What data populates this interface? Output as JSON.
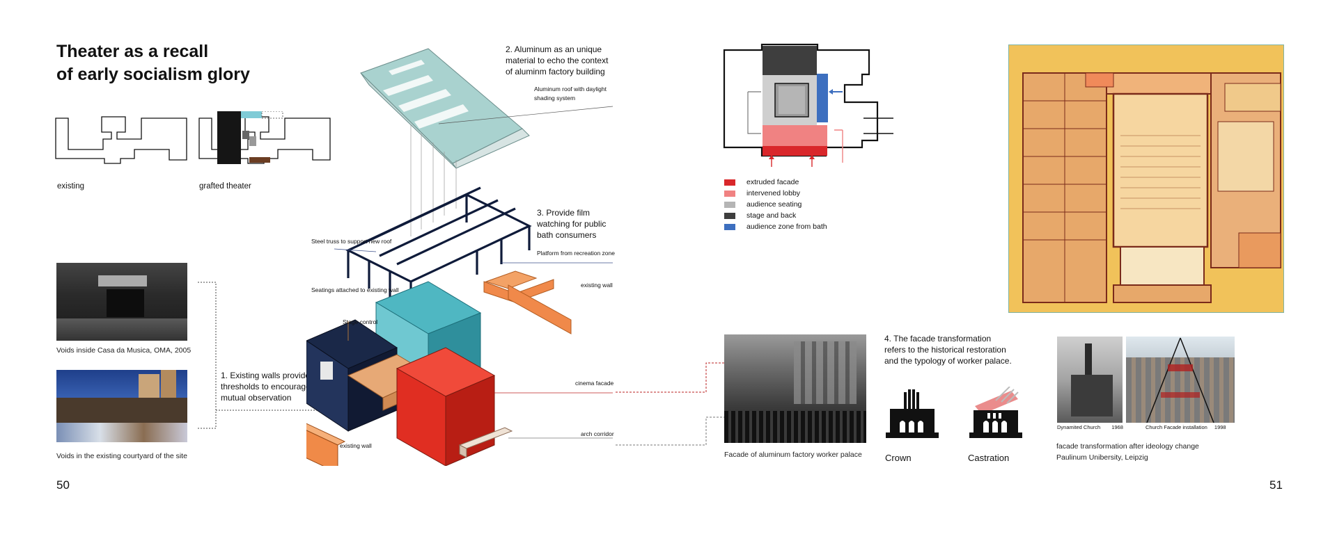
{
  "title": {
    "line1": "Theater as a recall",
    "line2": "of early socialism glory"
  },
  "massing": {
    "existing_label": "existing",
    "grafted_label": "grafted theater"
  },
  "photos": {
    "casa_caption": "Voids inside Casa da Musica, OMA, 2005",
    "courtyard_caption": "Voids in the existing courtyard of the site"
  },
  "notes": {
    "note1": [
      "1. Existing walls provide",
      "thresholds to encourage",
      "mutual observation"
    ],
    "note2": [
      "2. Aluminum as an unique",
      "material to echo the context",
      "of aluminm factory building"
    ],
    "note3": [
      "3. Provide film",
      "watching for public",
      "bath consumers"
    ],
    "note4": [
      "4. The facade transformation",
      "refers to the historical restoration",
      "and the typology of worker palace."
    ]
  },
  "axo_labels": {
    "roof": [
      "Aluminum roof with daylight",
      "shading system"
    ],
    "truss": "Steel truss to support new roof",
    "platform": "Platform from recreation zone",
    "seatings": "Seatings attached to existing wall",
    "existing_wall_top": "existing wall",
    "stage_control": "Stage control",
    "cinema_facade": "cinema facade",
    "arch_corridor": "arch corridor",
    "existing_wall_bottom": "existing wall"
  },
  "legend": [
    {
      "label": "extruded facade",
      "color": "#d9272b"
    },
    {
      "label": "intervened lobby",
      "color": "#f08282"
    },
    {
      "label": "audience seating",
      "color": "#b5b5b5"
    },
    {
      "label": "stage and back",
      "color": "#3e3e3e"
    },
    {
      "label": "audience zone from bath",
      "color": "#3d6fbf"
    }
  ],
  "factory_caption": "Facade of aluminum factory worker palace",
  "icons": {
    "crown_label": "Crown",
    "castration_label": "Castration"
  },
  "church": {
    "left_caption": "Dynamited Church",
    "left_year": "1968",
    "right_caption": "Church Facade installation",
    "right_year": "1998",
    "caption_line1": "facade transformation after ideology change",
    "caption_line2": "Paulinum Unibersity, Leipzig"
  },
  "page_numbers": {
    "left": "50",
    "right": "51"
  }
}
